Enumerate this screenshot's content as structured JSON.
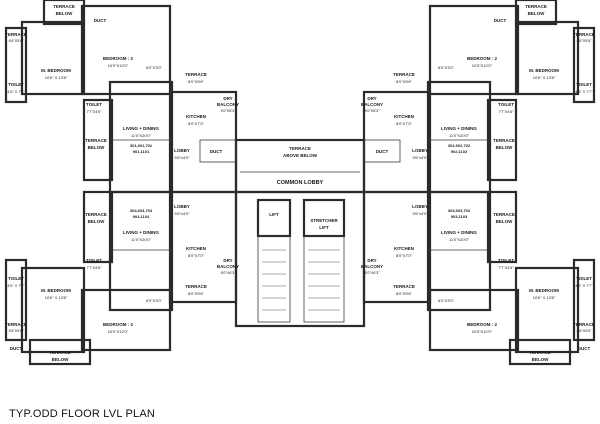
{
  "caption": "TYP.ODD FLOOR LVL  PLAN",
  "core": {
    "common_lobby": "COMMON LOBBY",
    "terrace_above_line1": "TERRACE",
    "terrace_above_line2": "ABOVE BELOW",
    "lift": "LIFT",
    "stretcher_lift_line1": "STRETCHER",
    "stretcher_lift_line2": "LIFT",
    "duct_left": "DUCT",
    "duct_right": "DUCT",
    "lobby_tl": "LOBBY",
    "lobby_tl_dim": "3'6\"x4'0\"",
    "lobby_tr": "LOBBY",
    "lobby_tr_dim": "3'6\"x4'0\"",
    "lobby_bl": "LOBBY",
    "lobby_bl_dim": "3'6\"x4'0\"",
    "lobby_br": "LOBBY",
    "lobby_br_dim": "3'6\"x4'0\""
  },
  "units": {
    "tl": {
      "terrace_top": "TERRACE",
      "terrace_top_sub": "BELOW",
      "duct_top": "DUCT",
      "terrace_side": "TERRACE",
      "terrace_side_dim": "4'6\"X5'6\"",
      "mbed": "M. BEDROOM",
      "mbed_dim": "10'6\" X 13'6\"",
      "bed2": "BEDROOM : 2",
      "bed2_dim": "10'0\"X12'0\"",
      "toilet1": "TOILET",
      "toilet1_dim": "4'6\" X 7'7\"",
      "toilet2": "TOILET",
      "toilet2_dim": "7'7\"X4'6\"",
      "terrace_mid": "TERRACE",
      "terrace_mid_sub": "BELOW",
      "dim_a": "6'0\"X3'0\"",
      "terrace_k": "TERRACE",
      "terrace_k_dim": "8'0\"X5'6\"",
      "living": "LIVING + DINING",
      "living_dim": "11'0\"X20'0\"",
      "flats1": "301,601,701",
      "flats2": "901,1101",
      "kitchen": "KITCHEN",
      "kitchen_dim": "8'0\"X7'0\"",
      "dry": "DRY",
      "dry_sub": "BALCONY",
      "dry_dim": "4'0\"X6'3\""
    },
    "tr": {
      "terrace_top": "TERRACE",
      "terrace_top_sub": "BELOW",
      "duct_top": "DUCT",
      "terrace_side": "TERRACE",
      "terrace_side_dim": "4'6\"X5'6\"",
      "mbed": "M. BEDROOM",
      "mbed_dim": "10'6\" X 13'6\"",
      "bed2": "BEDROOM : 2",
      "bed2_dim": "10'0\"X12'0\"",
      "toilet1": "TOILET",
      "toilet1_dim": "4'6\" X 7'7\"",
      "toilet2": "TOILET",
      "toilet2_dim": "7'7\"X4'6\"",
      "terrace_mid": "TERRACE",
      "terrace_mid_sub": "BELOW",
      "dim_a": "6'0\"X3'0\"",
      "terrace_k": "TERRACE",
      "terrace_k_dim": "8'0\"X5'6\"",
      "living": "LIVING + DINING",
      "living_dim": "11'0\"X20'0\"",
      "flats1": "302,602,702",
      "flats2": "902,1102",
      "kitchen": "KITCHEN",
      "kitchen_dim": "8'0\"X7'0\"",
      "dry": "DRY",
      "dry_sub": "BALCONY",
      "dry_dim": "4'0\"X6'3\""
    },
    "bl": {
      "terrace_bottom": "TERRACE",
      "terrace_bottom_sub": "BELOW",
      "duct_bottom": "DUCT",
      "terrace_side": "TERRACE",
      "terrace_side_dim": "4'6\"X5'6\"",
      "mbed": "M. BEDROOM",
      "mbed_dim": "10'6\" X 13'6\"",
      "bed2": "BEDROOM : 2",
      "bed2_dim": "10'0\"X12'0\"",
      "toilet1": "TOILET",
      "toilet1_dim": "4'6\" X 7'7\"",
      "toilet2": "TOILET",
      "toilet2_dim": "7'7\"X4'6\"",
      "terrace_mid": "TERRACE",
      "terrace_mid_sub": "BELOW",
      "dim_a": "6'0\"X3'0\"",
      "terrace_k": "TERRACE",
      "terrace_k_dim": "8'0\"X5'6\"",
      "living": "LIVING + DINING",
      "living_dim": "11'0\"X20'0\"",
      "flats1": "304,604,704",
      "flats2": "904,1104",
      "kitchen": "KITCHEN",
      "kitchen_dim": "8'0\"X7'0\"",
      "dry": "DRY",
      "dry_sub": "BALCONY",
      "dry_dim": "4'0\"X6'3\""
    },
    "br": {
      "terrace_bottom": "TERRACE",
      "terrace_bottom_sub": "BELOW",
      "duct_bottom": "DUCT",
      "terrace_side": "TERRACE",
      "terrace_side_dim": "4'6\"X5'6\"",
      "mbed": "M. BEDROOM",
      "mbed_dim": "10'6\" X 13'6\"",
      "bed2": "BEDROOM : 2",
      "bed2_dim": "10'0\"X12'0\"",
      "toilet1": "TOILET",
      "toilet1_dim": "4'6\" X 7'7\"",
      "toilet2": "TOILET",
      "toilet2_dim": "7'7\"X4'6\"",
      "terrace_mid": "TERRACE",
      "terrace_mid_sub": "BELOW",
      "dim_a": "6'0\"X3'0\"",
      "terrace_k": "TERRACE",
      "terrace_k_dim": "8'0\"X5'6\"",
      "living": "LIVING + DINING",
      "living_dim": "11'0\"X20'0\"",
      "flats1": "303,603,703",
      "flats2": "903,1103",
      "kitchen": "KITCHEN",
      "kitchen_dim": "8'0\"X7'0\"",
      "dry": "DRY",
      "dry_sub": "BALCONY",
      "dry_dim": "4'0\"X6'3\""
    }
  }
}
